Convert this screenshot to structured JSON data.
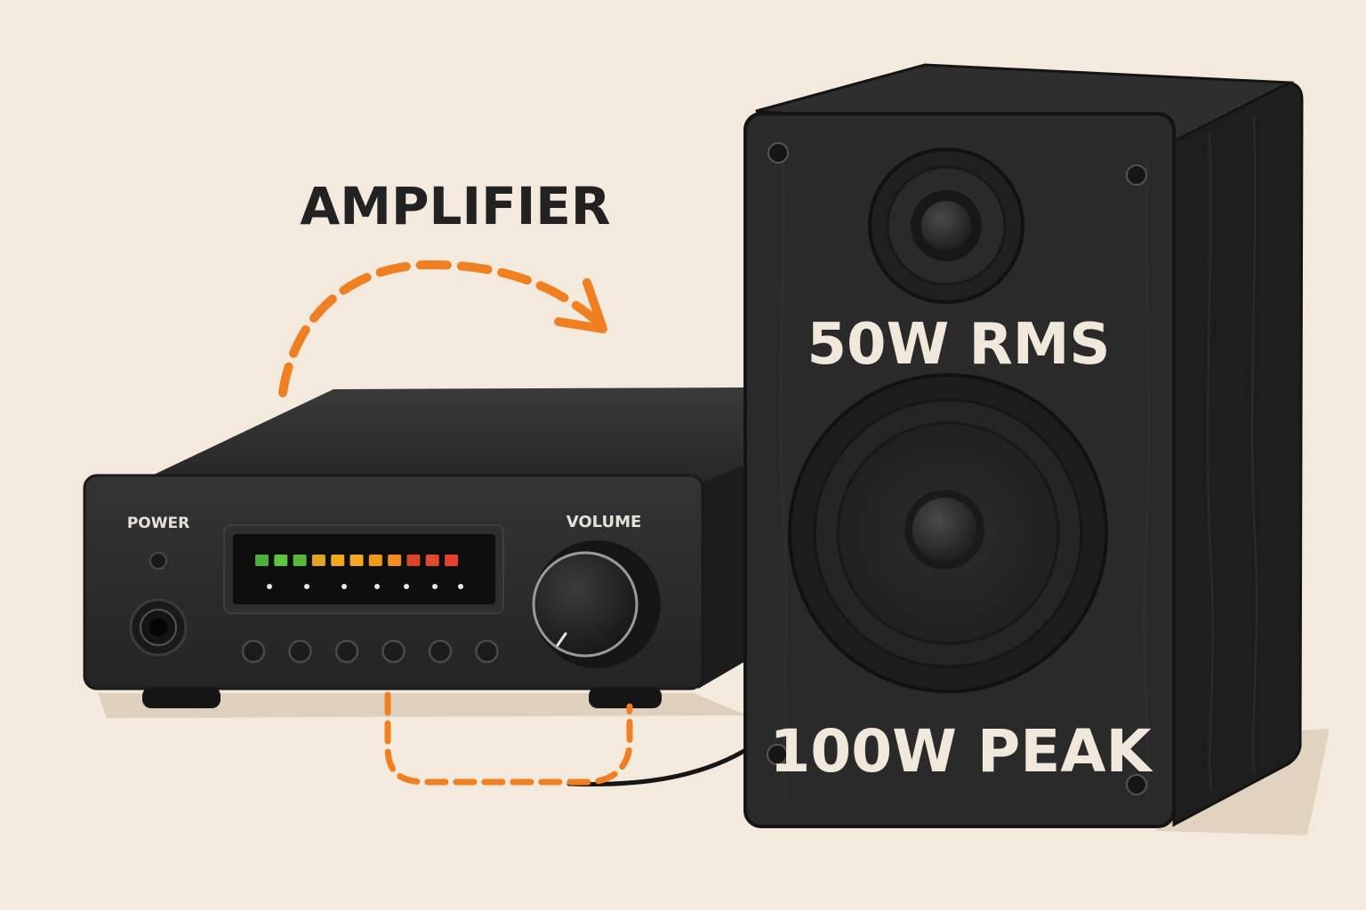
{
  "amplifier": {
    "title": "AMPLIFIER",
    "power_label": "POWER",
    "volume_label": "VOLUME",
    "meter": {
      "segment_colors": [
        "#4caf3a",
        "#5cc43f",
        "#56b83d",
        "#e0a323",
        "#f2a81d",
        "#f5a623",
        "#f0981c",
        "#ef8c22",
        "#d9442a",
        "#e0492b",
        "#e8412b"
      ]
    },
    "buttons_count": 6
  },
  "speaker": {
    "rms_label": "50W RMS",
    "peak_label": "100W PEAK"
  },
  "colors": {
    "background": "#f3e9dc",
    "device_body": "#2a2a2a",
    "arrow_orange": "#f07f22",
    "label_dark": "#222222",
    "label_light": "#f1e8dc"
  }
}
